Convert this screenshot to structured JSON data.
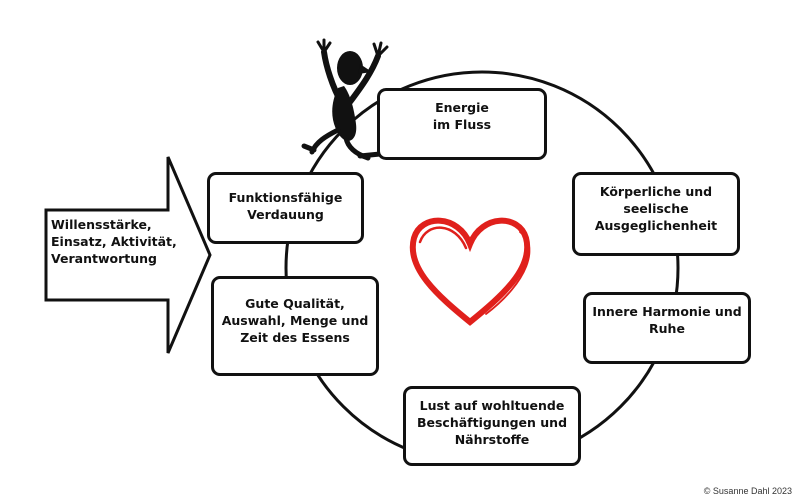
{
  "colors": {
    "heart": "#e0201c",
    "line": "#111111"
  },
  "icons": {
    "figure": "jumping-stick-figure-icon",
    "heart": "heart-icon",
    "arrow": "big-right-arrow"
  },
  "arrow_text": "Willensstärke,\nEinsatz, Aktivität,\nVerantwortung",
  "nodes": {
    "energie": "Energie\nim Fluss",
    "koerperlich": "Körperliche und\nseelische\nAusgeglichenheit",
    "harmonie": "Innere Harmonie und\nRuhe",
    "lust": "Lust auf wohltuende\nBeschäftigungen und\nNährstoffe",
    "qualitaet": "Gute Qualität,\nAuswahl, Menge und\nZeit des Essens",
    "verdauung": "Funktionsfähige\nVerdauung"
  },
  "credit": "© Susanne Dahl 2023"
}
